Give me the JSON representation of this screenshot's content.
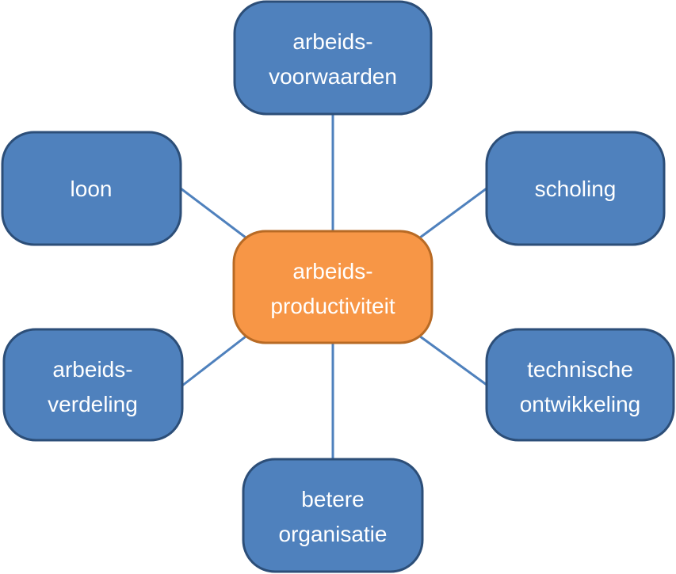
{
  "colors": {
    "outer_fill": "#4F81BD",
    "outer_stroke": "#2C4E78",
    "center_fill": "#F79646",
    "center_stroke": "#B86A24",
    "connector": "#4F81BD",
    "text": "#FFFFFF"
  },
  "diagram": {
    "center": {
      "lines": [
        "arbeids-",
        "productiviteit"
      ]
    },
    "nodes": [
      {
        "id": "arbeidsvoorwaarden",
        "lines": [
          "arbeids-",
          "voorwaarden"
        ]
      },
      {
        "id": "scholing",
        "lines": [
          "scholing"
        ]
      },
      {
        "id": "technische-ontwikkeling",
        "lines": [
          "technische",
          "ontwikkeling"
        ]
      },
      {
        "id": "betere-organisatie",
        "lines": [
          "betere",
          "organisatie"
        ]
      },
      {
        "id": "arbeidsverdeling",
        "lines": [
          "arbeids-",
          "verdeling"
        ]
      },
      {
        "id": "loon",
        "lines": [
          "loon"
        ]
      }
    ]
  }
}
